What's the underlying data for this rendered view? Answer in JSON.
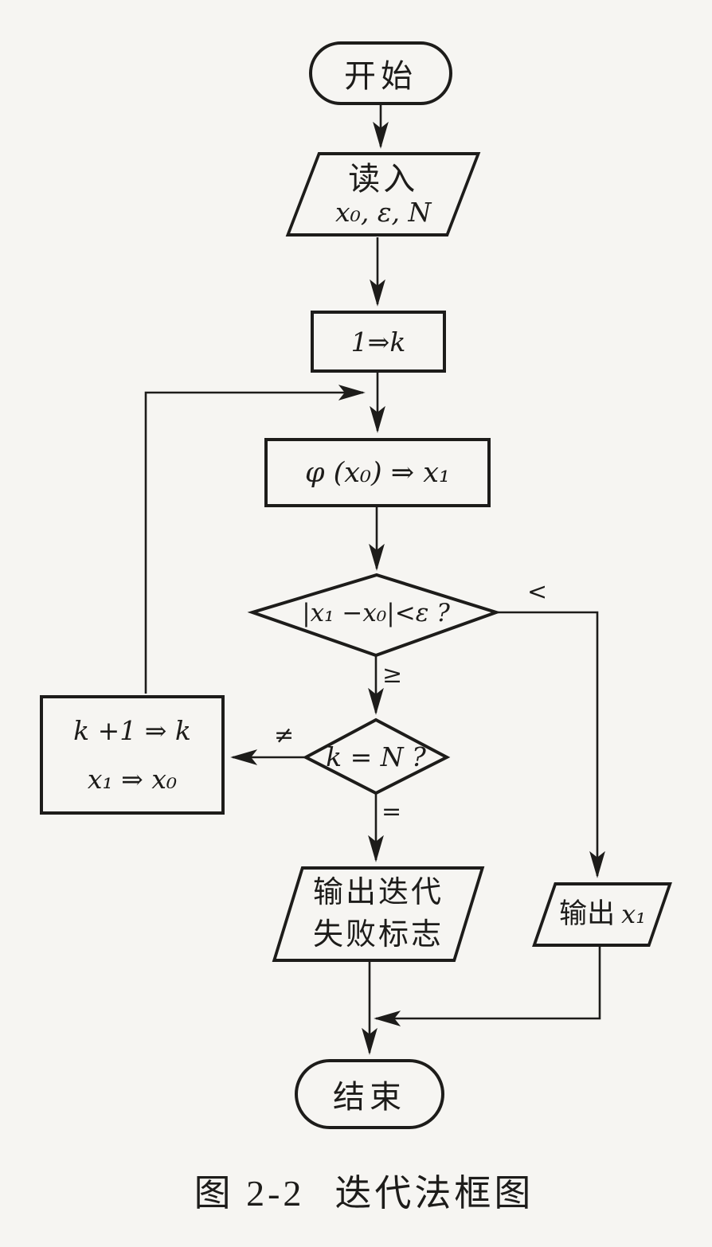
{
  "figure": {
    "caption_number": "图 2-2",
    "caption_title": "迭代法框图"
  },
  "nodes": {
    "start": {
      "label": "开始"
    },
    "read": {
      "line1": "读入",
      "line2": "x₀, ε, N"
    },
    "init": {
      "label": "1⇒k"
    },
    "iterate": {
      "label": "φ (x₀) ⇒ x₁"
    },
    "converge_test": {
      "label": "|x₁ −x₀|<ε ?"
    },
    "count_test": {
      "label": "k = N ?"
    },
    "update": {
      "line1": "k +1 ⇒ k",
      "line2": "x₁ ⇒ x₀"
    },
    "fail_output": {
      "line1": "输出迭代",
      "line2": "失败标志"
    },
    "result_output": {
      "label_cn": "输出",
      "label_math": "x₁"
    },
    "end": {
      "label": "结束"
    }
  },
  "branch_labels": {
    "less": "<",
    "geq": "≥",
    "neq": "≠",
    "eq": "="
  },
  "colors": {
    "ink": "#1d1c1a",
    "paper": "#f6f5f2"
  }
}
